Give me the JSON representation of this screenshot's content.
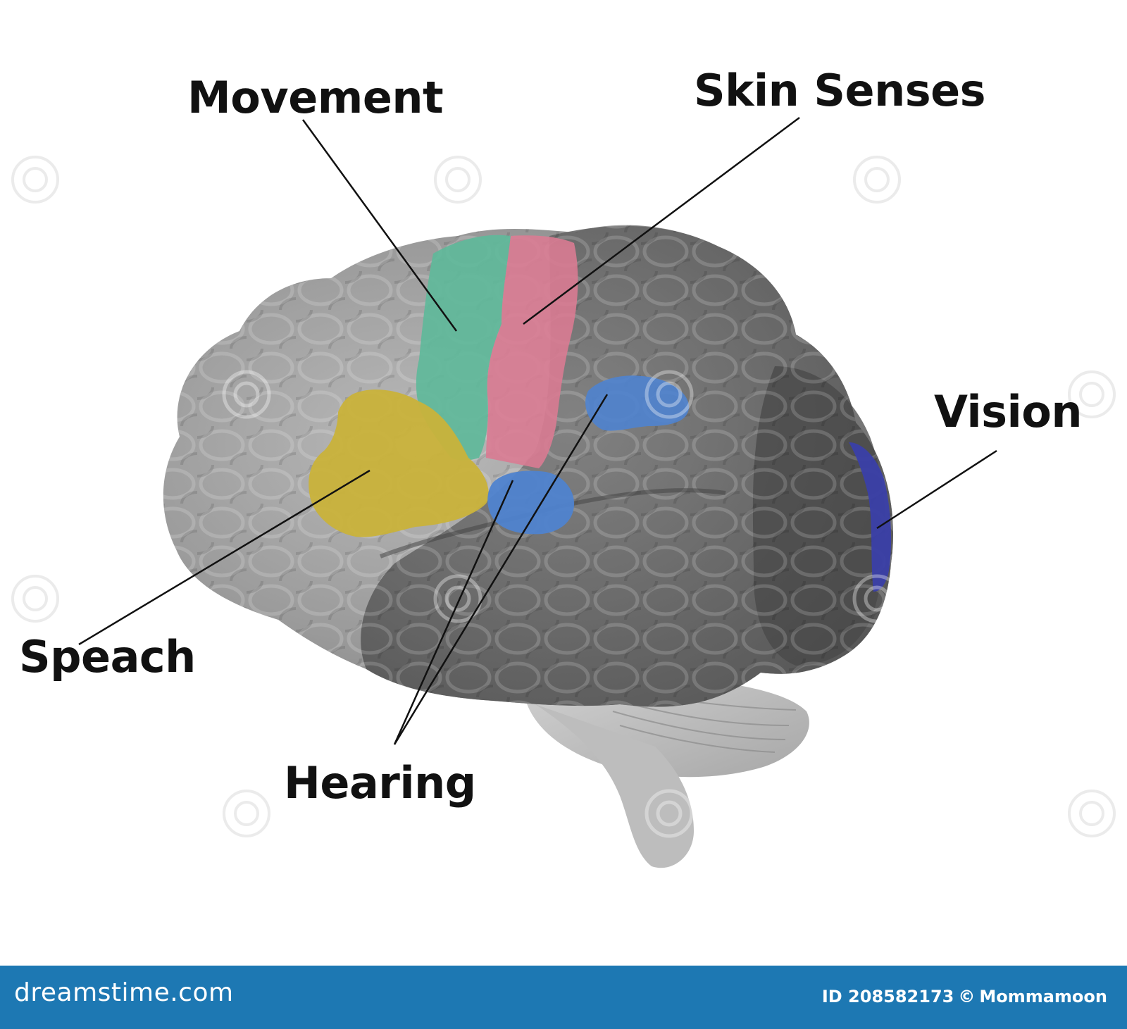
{
  "labels": {
    "movement": "Movement",
    "skin_senses": "Skin Senses",
    "vision": "Vision",
    "speach": "Speach",
    "hearing": "Hearing"
  },
  "footer": {
    "brand": "dreamstime.com",
    "id": "ID 208582173",
    "copyright": "©",
    "author": "Mommamoon"
  },
  "watermark": "dreamstime",
  "colors": {
    "movement_region": "#5fb89a",
    "skin_senses_region": "#d97b92",
    "speach_region": "#c9b23a",
    "hearing_region": "#4f83cf",
    "vision_region": "#3a3fa8",
    "brain_gray": "#8a8a8a",
    "footer_bar": "#1d78b3"
  }
}
